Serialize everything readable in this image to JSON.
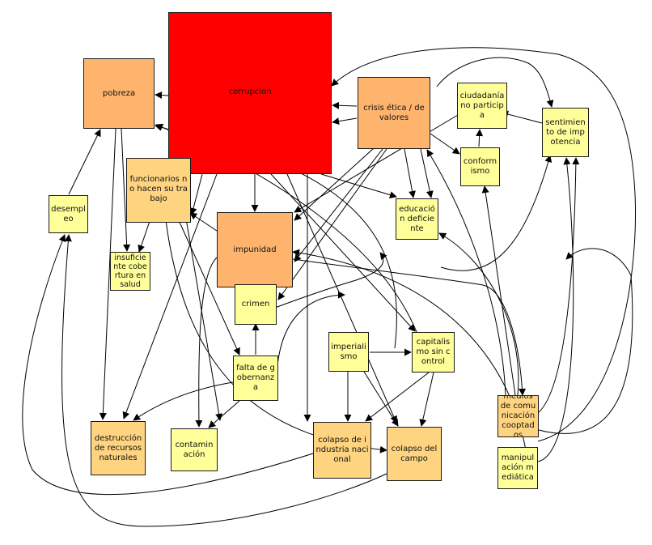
{
  "diagram": {
    "colors": {
      "red": "#ff0000",
      "orange": "#ffb46e",
      "light_orange": "#ffd480",
      "yellow": "#ffff99",
      "edge": "#000000"
    },
    "nodes": [
      {
        "id": "corrupcion",
        "label": "corrupcion",
        "color": "red"
      },
      {
        "id": "pobreza",
        "label": "pobreza",
        "color": "orange"
      },
      {
        "id": "crisis",
        "label": "crisis ética / de valores",
        "color": "orange"
      },
      {
        "id": "impunidad",
        "label": "impunidad",
        "color": "orange"
      },
      {
        "id": "funcionarios",
        "label": "funcionarios no hacen su trabajo",
        "color": "light_orange"
      },
      {
        "id": "ciudadania",
        "label": "ciudadanía no participa",
        "color": "yellow"
      },
      {
        "id": "sentimiento",
        "label": "sentimiento de impotencia",
        "color": "yellow"
      },
      {
        "id": "conformismo",
        "label": "conformismo",
        "color": "yellow"
      },
      {
        "id": "educacion",
        "label": "educación deficiente",
        "color": "yellow"
      },
      {
        "id": "desempleo",
        "label": "desempleo",
        "color": "yellow"
      },
      {
        "id": "salud",
        "label": "insuficiente cobertura en salud",
        "color": "yellow"
      },
      {
        "id": "crimen",
        "label": "crimen",
        "color": "yellow"
      },
      {
        "id": "imperialismo",
        "label": "imperialismo",
        "color": "yellow"
      },
      {
        "id": "capitalismo",
        "label": "capitalismo sin control",
        "color": "yellow"
      },
      {
        "id": "gobernanza",
        "label": "falta de gobernanza",
        "color": "yellow"
      },
      {
        "id": "destruccion",
        "label": "destrucción de recursos naturales",
        "color": "light_orange"
      },
      {
        "id": "contaminacion",
        "label": "contaminación",
        "color": "yellow"
      },
      {
        "id": "industria",
        "label": "colapso de industria nacional",
        "color": "light_orange"
      },
      {
        "id": "campo",
        "label": "colapso del campo",
        "color": "light_orange"
      },
      {
        "id": "medios",
        "label": "medios de comunicación cooptados",
        "color": "light_orange"
      },
      {
        "id": "manipulacion",
        "label": "manipulación mediática",
        "color": "yellow"
      }
    ]
  }
}
